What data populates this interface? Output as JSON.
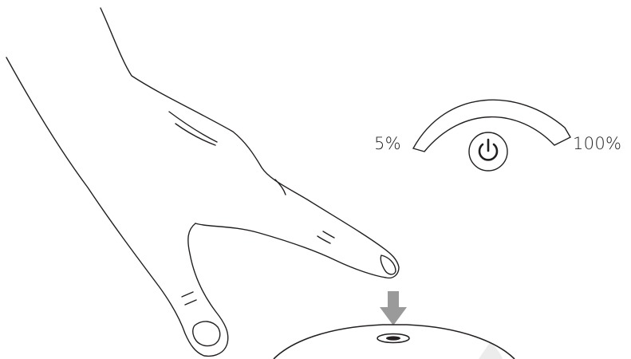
{
  "dimmer": {
    "min_label": "5%",
    "max_label": "100%"
  },
  "icons": {
    "power": "power-icon",
    "press_arrow": "down-arrow-icon",
    "hand": "hand-icon",
    "device": "lamp-base",
    "arc": "brightness-arc"
  },
  "colors": {
    "line": "#231f20",
    "arrow": "#9a9a9a",
    "device_shadow": "#ececec"
  }
}
